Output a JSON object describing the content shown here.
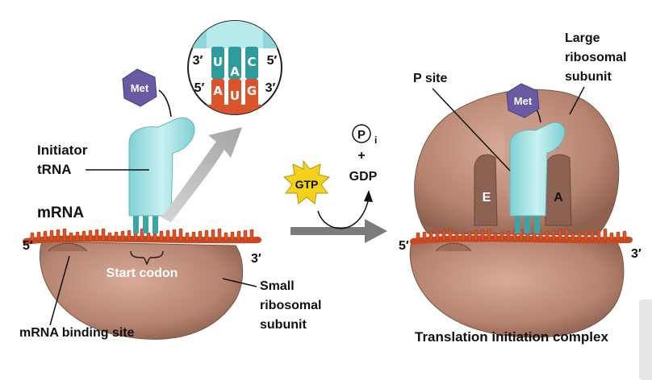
{
  "labels": {
    "met": "Met",
    "initiator_trna": [
      "Initiator",
      "tRNA"
    ],
    "mrna": "mRNA",
    "five_prime": "5′",
    "three_prime": "3′",
    "start_codon": "Start codon",
    "mrna_binding_site": "mRNA binding site",
    "small_subunit": [
      "Small",
      "ribosomal",
      "subunit"
    ],
    "gtp": "GTP",
    "pi": "P",
    "pi_sub": "i",
    "plus": "+",
    "gdp": "GDP",
    "p_site": "P site",
    "large_subunit": [
      "Large",
      "ribosomal",
      "subunit"
    ],
    "site_e": "E",
    "site_a": "A",
    "complex_caption": "Translation initiation complex"
  },
  "inset": {
    "anticodon": [
      "U",
      "A",
      "C"
    ],
    "codon": [
      "A",
      "U",
      "G"
    ],
    "top_left": "3′",
    "top_right": "5′",
    "bottom_left": "5′",
    "bottom_right": "3′"
  },
  "colors": {
    "ribosome": "#b98a78",
    "ribosome_dark": "#8e6252",
    "mrna": "#d9542a",
    "trna": "#9fdde0",
    "trna_dark": "#3aa5a6",
    "met": "#6a5aa3",
    "gtp_star": "#f2d21b",
    "arrow_gray": "#7b7b7b"
  }
}
